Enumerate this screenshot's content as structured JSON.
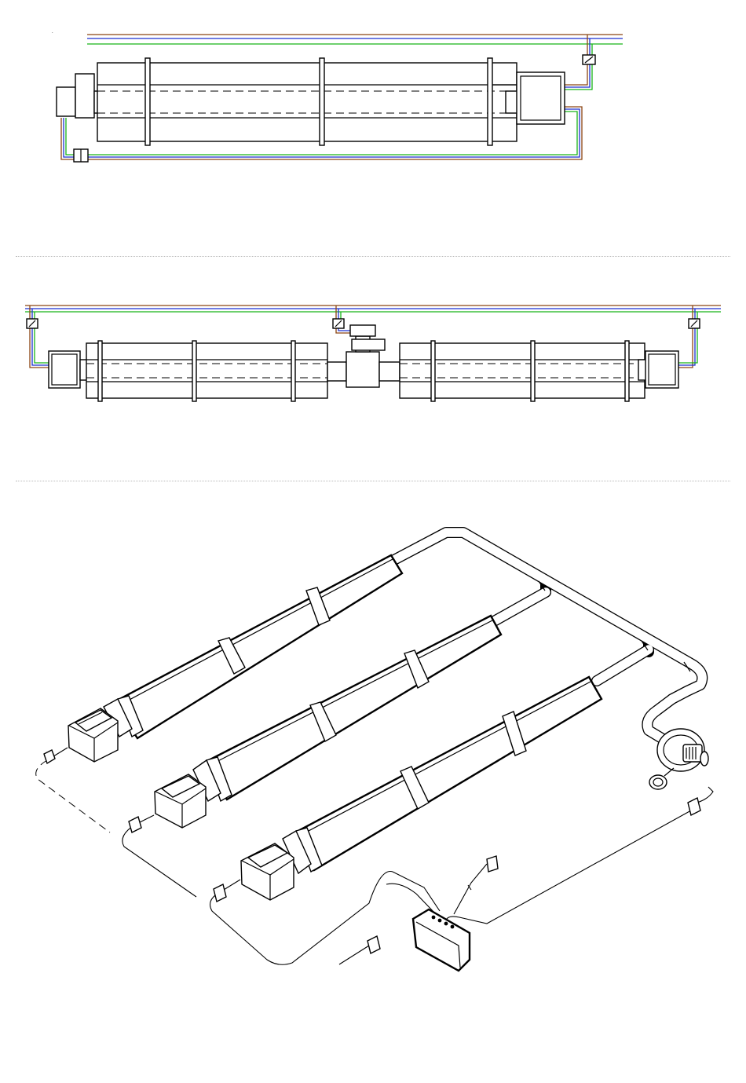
{
  "figure": {
    "panels": [
      {
        "id": "top",
        "description_name": "single-tube-heater-plan"
      },
      {
        "id": "middle",
        "description_name": "double-tube-heater-plan"
      },
      {
        "id": "bottom",
        "description_name": "isometric-heating-system"
      }
    ],
    "wire_colors": {
      "brown": "#8b4513",
      "blue": "#1a2fd0",
      "green": "#18b418"
    },
    "separator_style": "dotted",
    "text_labels": []
  }
}
